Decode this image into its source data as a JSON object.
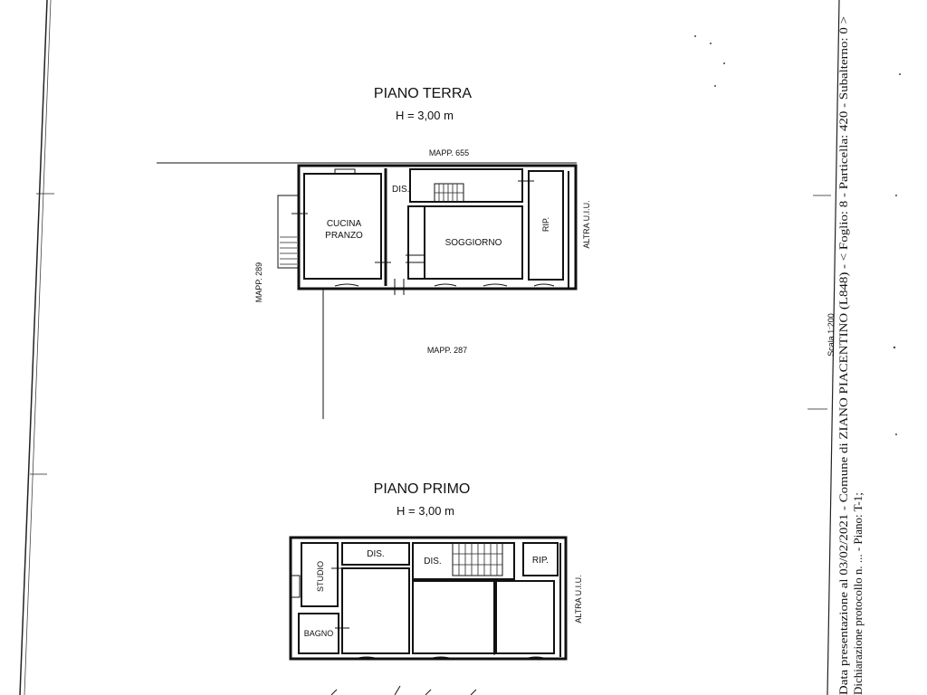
{
  "sheet": {
    "ground_floor": {
      "title": "PIANO TERRA",
      "height": "H = 3,00 m",
      "labels": {
        "mapp_top": "MAPP. 655",
        "mapp_left": "MAPP. 289",
        "mapp_bottom": "MAPP. 287",
        "dis": "DIS.",
        "cucina": "CUCINA",
        "pranzo": "PRANZO",
        "soggiorno": "SOGGIORNO",
        "rip": "RIP.",
        "altra": "ALTRA U.I.U."
      }
    },
    "first_floor": {
      "title": "PIANO PRIMO",
      "height": "H = 3,00 m",
      "labels": {
        "dis_1": "DIS.",
        "dis_2": "DIS.",
        "rip": "RIP.",
        "studio": "STUDIO",
        "bagno": "BAGNO",
        "altra": "ALTRA U.I.U."
      }
    },
    "side_text": {
      "line_1": "Data presentazione al 03/02/2021 - Comune di ZIANO PIACENTINO (L848) - < Foglio: 8 - Particella: 420 - Subalterno: 0 >",
      "line_2": "Dichiarazione protocollo n. ... - Piano: T-1;",
      "scale_mark": "Scala 1:200"
    }
  }
}
